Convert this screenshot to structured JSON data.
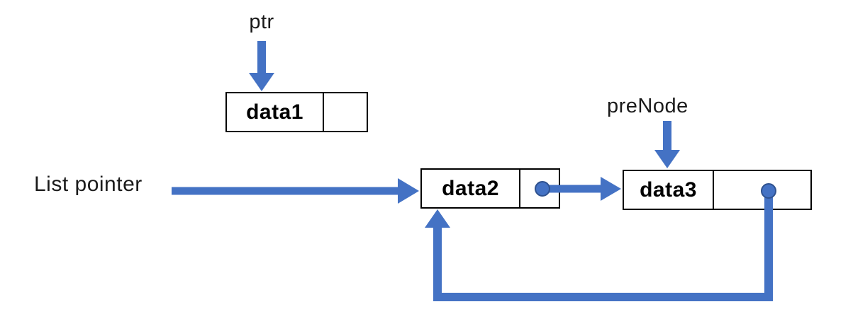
{
  "diagram": {
    "labels": {
      "ptr": "ptr",
      "list_pointer": "List pointer",
      "pre_node": "preNode"
    },
    "nodes": [
      {
        "id": "node1",
        "data_label": "data1",
        "pointer_label": ""
      },
      {
        "id": "node2",
        "data_label": "data2",
        "pointer_label": ""
      },
      {
        "id": "node3",
        "data_label": "data3",
        "pointer_label": ""
      }
    ],
    "links": [
      "ptr points down to node1",
      "List pointer points right to node2",
      "preNode points down to node3",
      "node2 pointer field points to node3",
      "node3 pointer field loops down, left and up back to node2"
    ],
    "colors": {
      "arrow_blue": "#4472C4",
      "pointer_dot_border": "#2F528F",
      "node_border": "#000000",
      "background": "#FFFFFF",
      "text": "#000000"
    }
  }
}
